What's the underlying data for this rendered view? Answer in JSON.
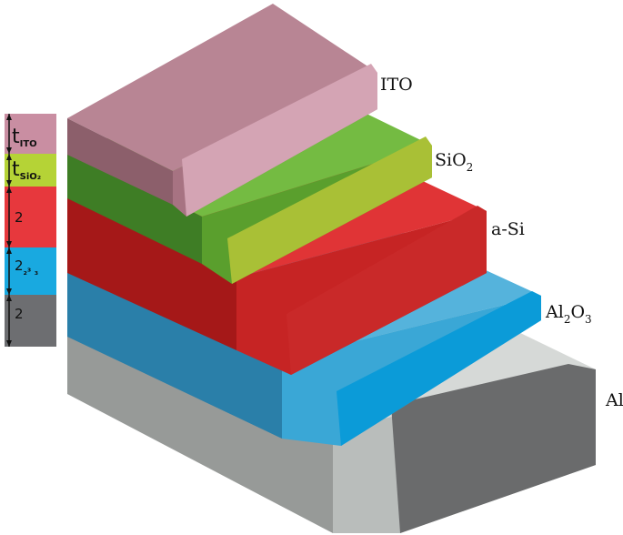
{
  "layers": [
    {
      "id": "al",
      "main": "Al",
      "sub": "",
      "tail": ""
    },
    {
      "id": "al2o3",
      "main": "Al",
      "sub": "2",
      "tail": "O",
      "sub2": "3"
    },
    {
      "id": "asi",
      "main": "a-Si",
      "sub": "",
      "tail": ""
    },
    {
      "id": "sio2",
      "main": "SiO",
      "sub": "2",
      "tail": ""
    },
    {
      "id": "ito",
      "main": "ITO",
      "sub": "",
      "tail": ""
    }
  ],
  "thickness_legend": [
    {
      "layer": "ITO",
      "main": "t",
      "sub": "ITO"
    },
    {
      "layer": "SiO2",
      "main": "t",
      "sub": "SiO₂"
    },
    {
      "layer": "a-Si",
      "main": "2",
      "sub": ""
    },
    {
      "layer": "Al2O3",
      "main": "2",
      "sub": "₂³ ₃"
    },
    {
      "layer": "Al",
      "main": "2",
      "sub": ""
    }
  ],
  "colors": {
    "ito": "#c08a98",
    "sio2": "#6ab33b",
    "asi": "#d42a2a",
    "al2o3": "#2e9fd0",
    "al": "#b9bdbb",
    "legend_ito": "#c98ea2",
    "legend_sio2": "#b5d336",
    "legend_asi": "#e7383d",
    "legend_al2o3": "#19a9e0",
    "legend_al": "#6d6e71"
  }
}
